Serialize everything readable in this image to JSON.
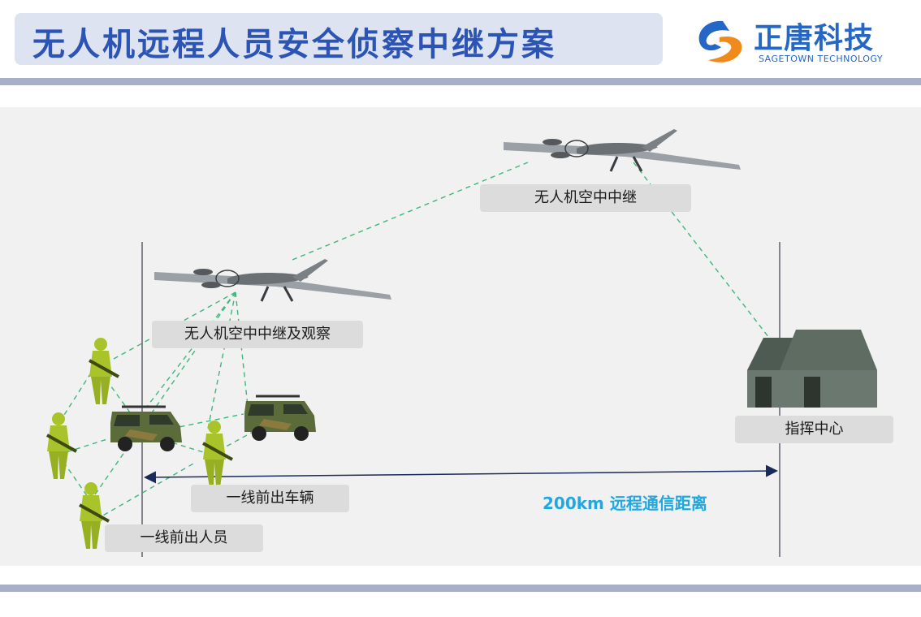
{
  "header": {
    "title": "无人机远程人员安全侦察中继方案",
    "logo_name": "正唐科技",
    "logo_subtitle": "SAGETOWN TECHNOLOGY"
  },
  "labels": {
    "uav_relay": "无人机空中中继",
    "uav_relay_observe": "无人机空中中继及观察",
    "command_center": "指挥中心",
    "frontline_vehicles": "一线前出车辆",
    "frontline_personnel": "一线前出人员",
    "distance": "200km 远程通信距离"
  },
  "colors": {
    "title": "#2b54b5",
    "logo_blue": "#2467c6",
    "logo_orange": "#f08a1c",
    "link_green": "#3cb878",
    "soldier": "#a9c42a",
    "distance_text": "#22a8e0"
  }
}
